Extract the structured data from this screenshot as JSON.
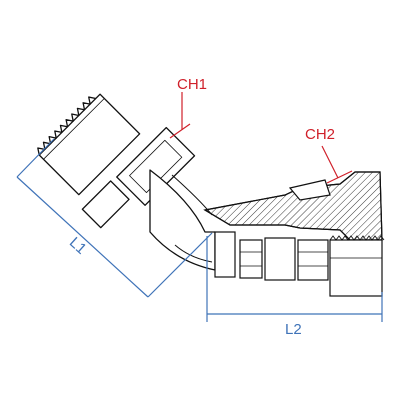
{
  "labels": {
    "ch1": "CH1",
    "ch2": "CH2",
    "l1": "L1",
    "l2": "L2"
  },
  "colors": {
    "outline": "#111111",
    "hatch": "#222222",
    "callout": "#d0202a",
    "dimension": "#3f73b8",
    "background": "#ffffff"
  },
  "icons": {
    "drawing": "45-degree-swivel-elbow-fitting"
  }
}
